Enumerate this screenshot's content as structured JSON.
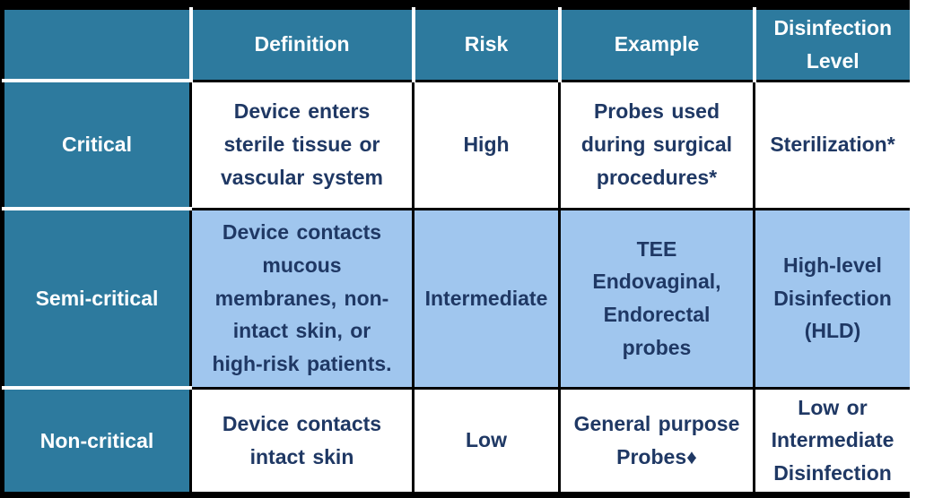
{
  "colors": {
    "header_teal": "#2D7A9E",
    "row_light_blue": "#A0C6EE",
    "row_white": "#FFFFFF",
    "text_navy": "#1F3864",
    "header_text_white": "#FFFFFF",
    "grid_border_black": "#000000",
    "teal_separator_white": "#FFFFFF",
    "frame_black": "#000000"
  },
  "table": {
    "header": {
      "corner": "",
      "definition": "Definition",
      "risk": "Risk",
      "example": "Example",
      "disinfection_level": "Disinfection\nLevel"
    },
    "rows": [
      {
        "category": "Critical",
        "definition": "Device enters\nsterile tissue or\nvascular system",
        "risk": "High",
        "example": "Probes used\nduring surgical\nprocedures*",
        "disinfection_level": "Sterilization*"
      },
      {
        "category": "Semi-critical",
        "definition": "Device contacts\nmucous\nmembranes, non-\nintact skin, or\nhigh-risk patients.",
        "risk": "Intermediate",
        "example": "TEE\nEndovaginal,\nEndorectal\nprobes",
        "disinfection_level": "High-level\nDisinfection\n(HLD)"
      },
      {
        "category": "Non-critical",
        "definition": "Device contacts\nintact skin",
        "risk": "Low",
        "example": "General purpose\nProbes♦",
        "disinfection_level": "Low or\nIntermediate\nDisinfection"
      }
    ]
  }
}
